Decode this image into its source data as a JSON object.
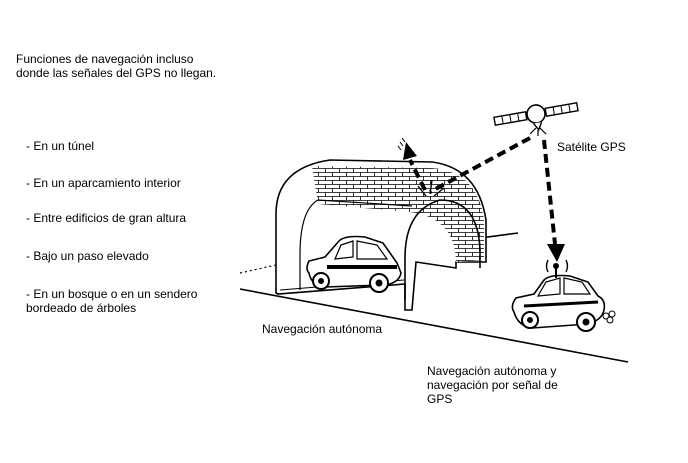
{
  "intro": "Funciones de navegación incluso\ndonde las señales del GPS no llegan.",
  "list": [
    "- En un túnel",
    "- En un aparcamiento interior",
    "- Entre edificios de gran altura",
    "- Bajo un paso elevado",
    "- En un bosque o en un sendero\nbordeado de árboles"
  ],
  "labels": {
    "satellite": "Satélite GPS",
    "autonomous": "Navegación autónoma",
    "combined": "Navegación autónoma y\nnavegación por señal de\nGPS"
  },
  "icons": {
    "satellite": "satellite-icon",
    "tunnel": "tunnel-icon",
    "car": "car-icon",
    "signal": "signal-arrow-icon"
  }
}
